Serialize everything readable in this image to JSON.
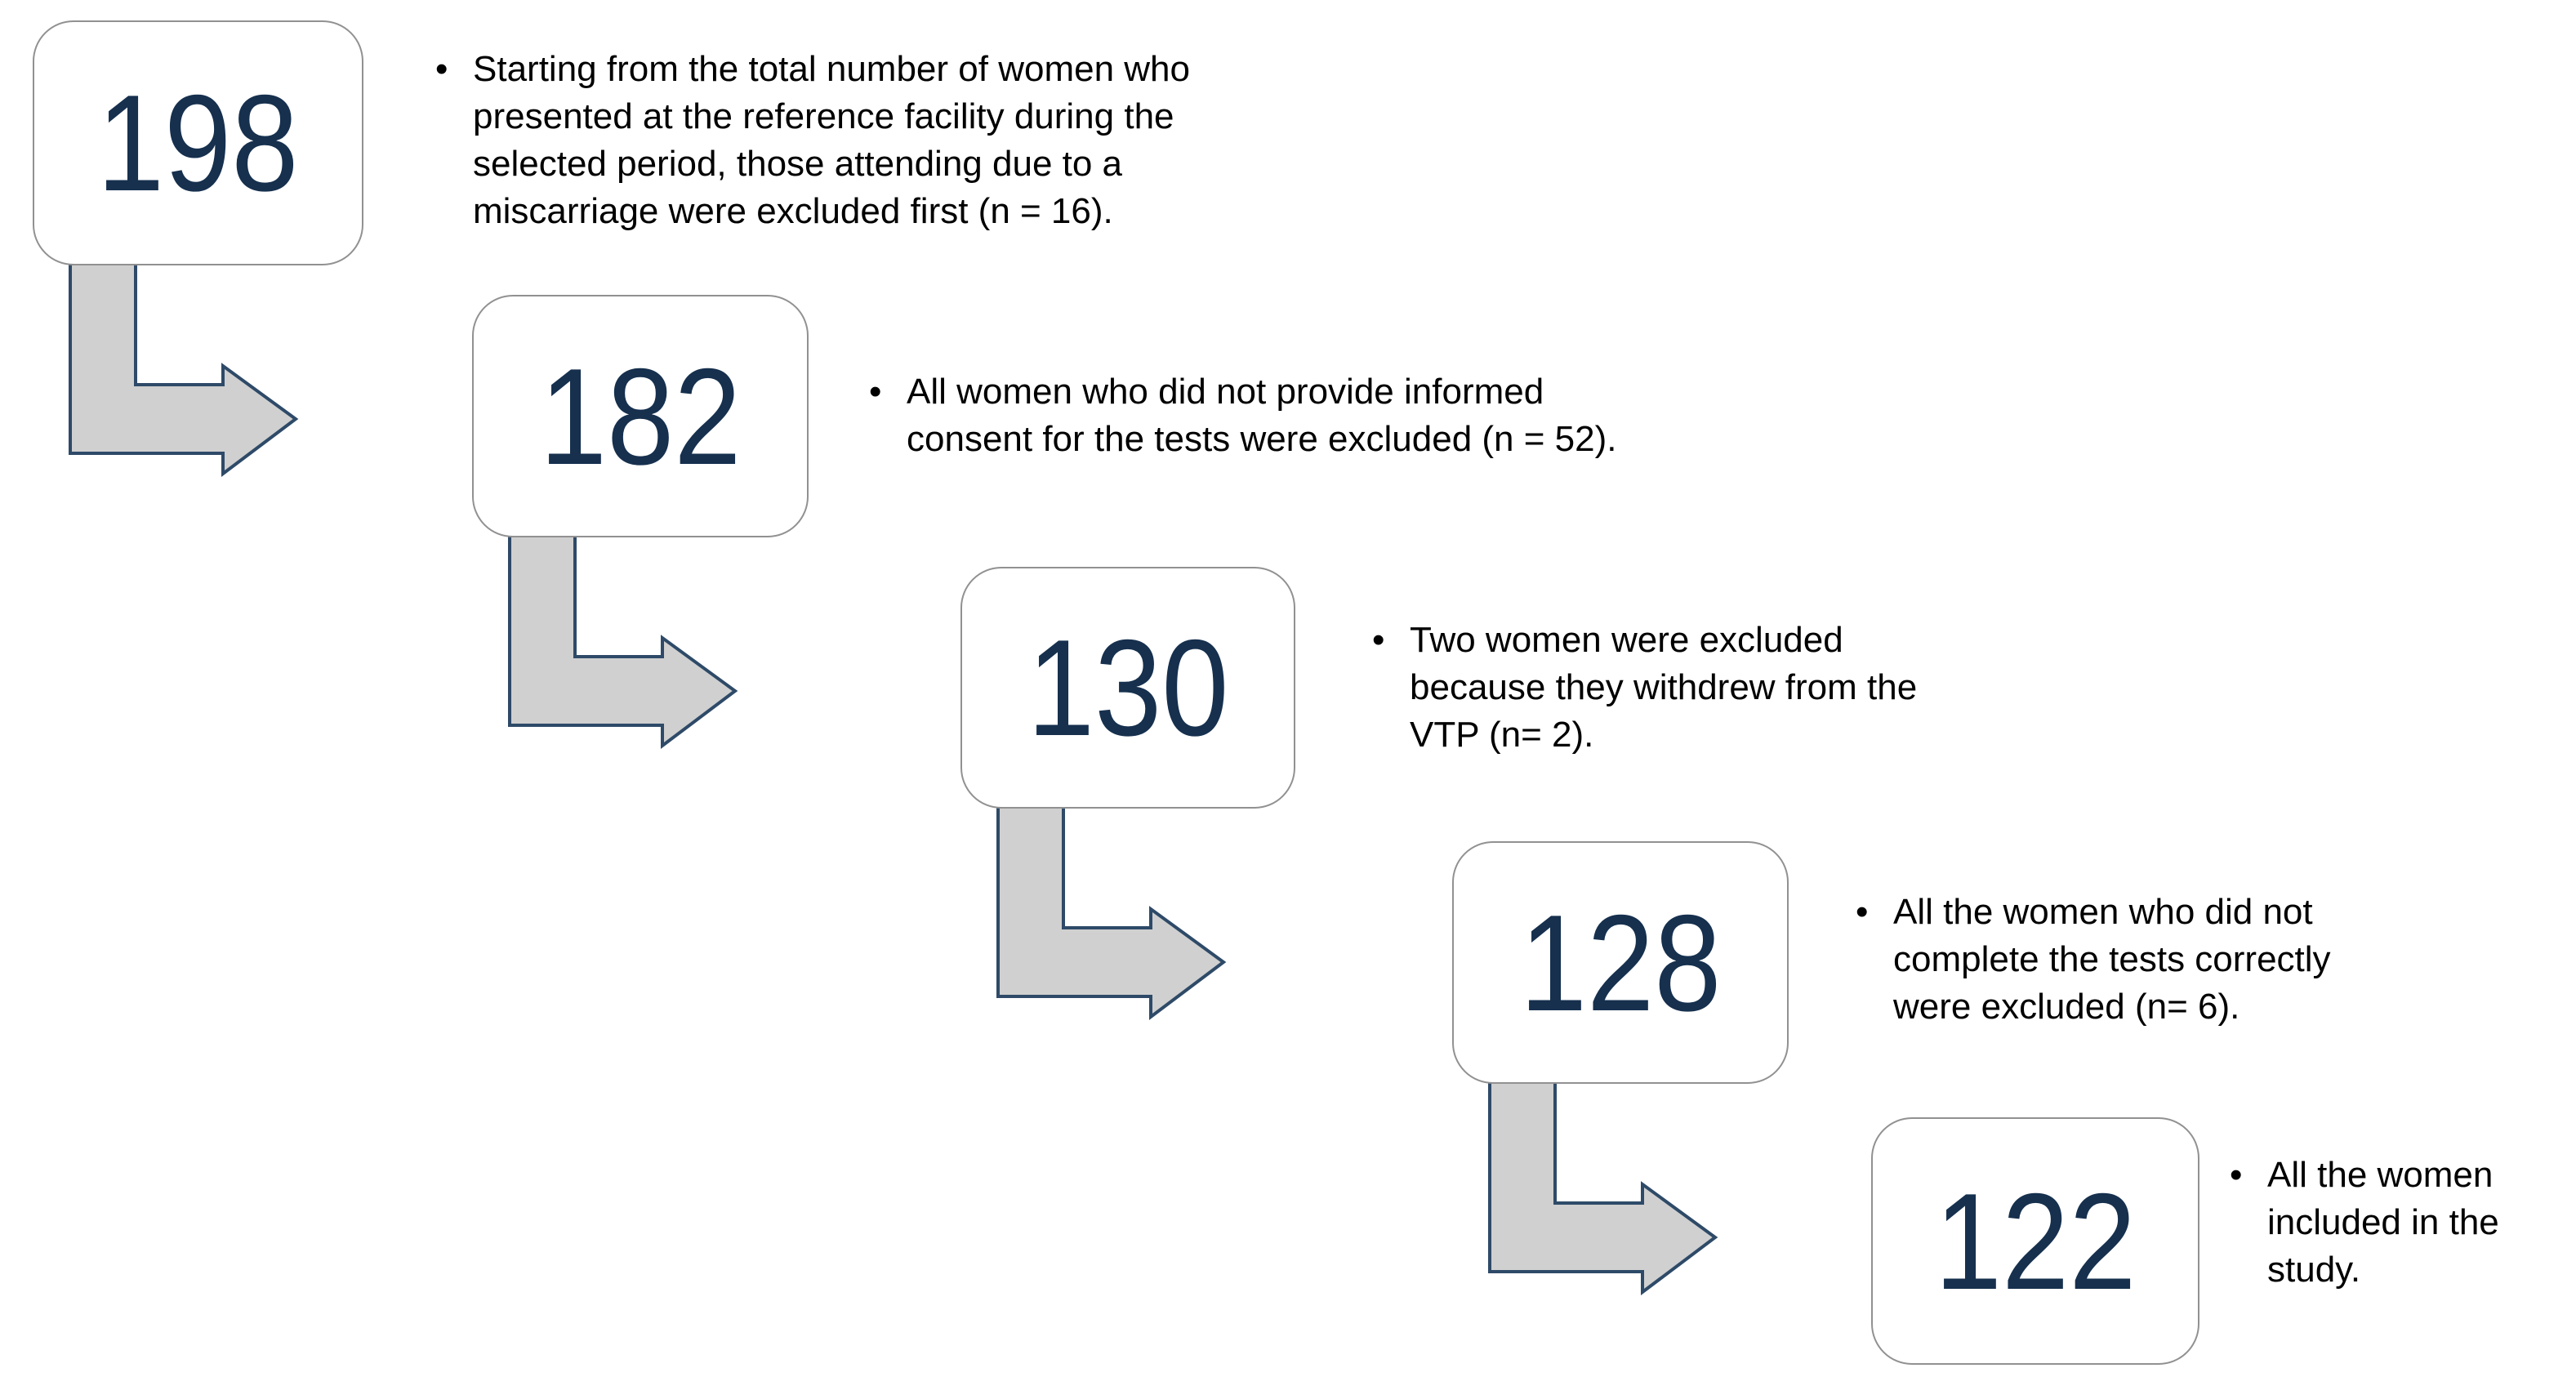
{
  "bullet": "•",
  "steps": [
    {
      "value": "198",
      "note": "Starting from the total number of women who\npresented at the reference facility during the\nselected period, those attending due to a\nmiscarriage were excluded first (n = 16)."
    },
    {
      "value": "182",
      "note": "All women who did not provide informed\nconsent for the tests were excluded (n = 52)."
    },
    {
      "value": "130",
      "note": "Two women were excluded\nbecause they withdrew from the\nVTP (n= 2)."
    },
    {
      "value": "128",
      "note": "All the women who did not\ncomplete the tests correctly\nwere excluded (n= 6)."
    },
    {
      "value": "122",
      "note": "All the women\nincluded in the\nstudy."
    }
  ],
  "colors": {
    "number": "#16304e",
    "note_text": "#000000",
    "box_fill": "#ffffff",
    "box_border": "#919191",
    "arrow_fill": "#d0d0d0",
    "arrow_stroke": "#2e4a68",
    "background": "#ffffff"
  }
}
